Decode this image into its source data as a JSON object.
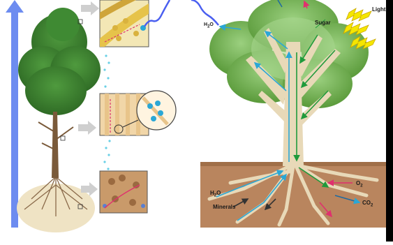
{
  "labels": {
    "light": "Light",
    "sugar": "Sugar",
    "water_leaf": "H",
    "water_leaf_sub": "2",
    "water_leaf_end": "O",
    "water_root": "H",
    "water_root_sub": "2",
    "water_root_end": "O",
    "minerals": "Minerals",
    "oxygen": "O",
    "oxygen_sub": "2",
    "carbon_dioxide": "CO",
    "carbon_dioxide_sub": "2"
  },
  "colors": {
    "blue_arrow": "#6d8cf0",
    "water_path": "#2aa7d6",
    "sugar_path": "#1f9a3b",
    "mineral_path": "#e0306e",
    "leaf_green": "#5a9a3a",
    "trunk": "#e8d9b8",
    "soil": "#b9855e",
    "light_yellow": "#f5e600"
  },
  "icons": [
    "upward-flow-arrow",
    "wavy-vapor-icon",
    "sunlight-bolt-icon",
    "magnifier-circle-icon"
  ]
}
